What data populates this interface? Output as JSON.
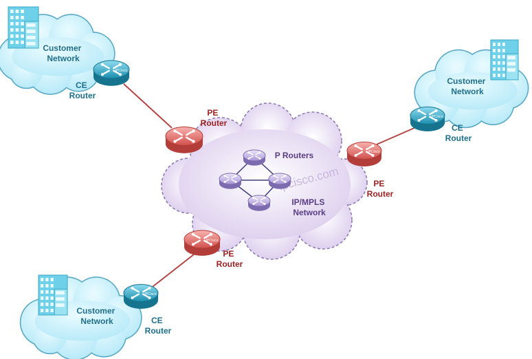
{
  "labels": {
    "customer_network": "Customer\nNetwork",
    "ce_router": "CE\nRouter",
    "pe_router": "PE\nRouter",
    "p_routers": "P Routers",
    "core": "IP/MPLS\nNetwork",
    "router_badge": "IPCisco"
  },
  "watermark": "ipcisco.com",
  "colors": {
    "customer_cloud": "#c7f0fb",
    "core_cloud": "#e7dcf2",
    "ce_router": "#2fa0be",
    "pe_router": "#e06b68",
    "p_router": "#b7a6de",
    "link": "#b34545",
    "building": "#6fd0ea"
  },
  "icons": {
    "building": "building-icon",
    "router": "router-icon"
  }
}
